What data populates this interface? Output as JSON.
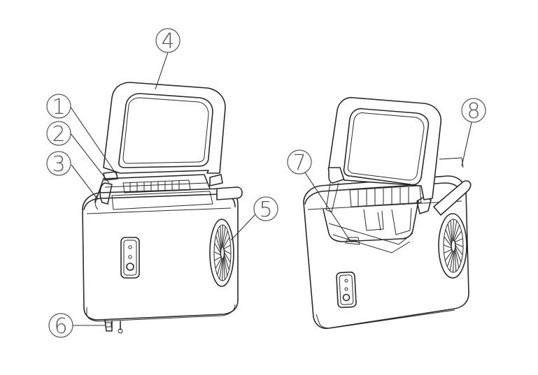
{
  "diagram": {
    "callouts": [
      {
        "id": "callout-1",
        "label": "1"
      },
      {
        "id": "callout-2",
        "label": "2"
      },
      {
        "id": "callout-3",
        "label": "3"
      },
      {
        "id": "callout-4",
        "label": "4"
      },
      {
        "id": "callout-5",
        "label": "5"
      },
      {
        "id": "callout-6",
        "label": "6"
      },
      {
        "id": "callout-7",
        "label": "7"
      },
      {
        "id": "callout-8",
        "label": "8"
      }
    ],
    "colors": {
      "line": "#2a2a2a",
      "callout": "#555555",
      "background": "#ffffff"
    }
  }
}
